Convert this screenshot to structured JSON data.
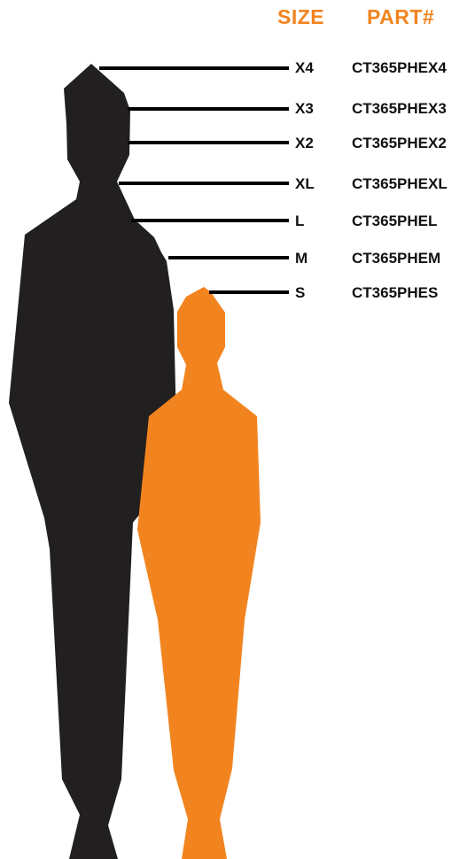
{
  "colors": {
    "accent": "#f2841f",
    "silhouette_large": "#221f20",
    "leader_line": "#000000",
    "text": "#111111"
  },
  "headers": {
    "size": "SIZE",
    "part": "PART#"
  },
  "rows": [
    {
      "size": "X4",
      "part": "CT365PHEX4"
    },
    {
      "size": "X3",
      "part": "CT365PHEX3"
    },
    {
      "size": "X2",
      "part": "CT365PHEX2"
    },
    {
      "size": "XL",
      "part": "CT365PHEXL"
    },
    {
      "size": "L",
      "part": "CT365PHEL"
    },
    {
      "size": "M",
      "part": "CT365PHEM"
    },
    {
      "size": "S",
      "part": "CT365PHES"
    }
  ]
}
